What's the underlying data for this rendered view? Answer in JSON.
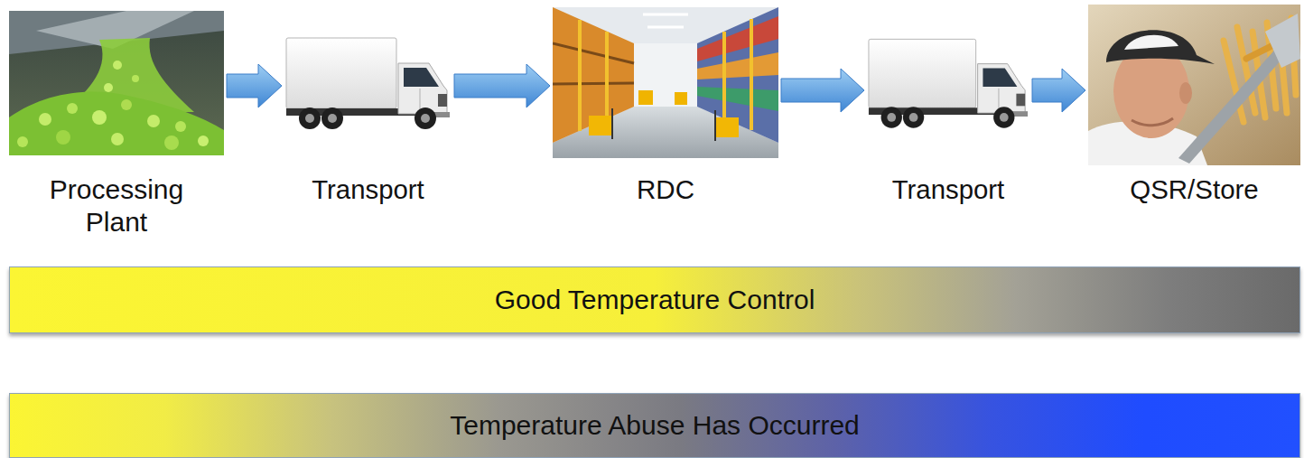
{
  "diagram": {
    "nodes": [
      {
        "text": [
          "Processing Plant"
        ]
      },
      {
        "text": [
          "Transport"
        ]
      },
      {
        "text": [
          "RDC"
        ]
      },
      {
        "text": [
          "Transport"
        ]
      },
      {
        "text": [
          "QSR/Store"
        ]
      },
      {
        "text": [
          "Good Temperature Control"
        ]
      },
      {
        "text": [
          "Temperature Abuse Has Occurred"
        ]
      }
    ],
    "edges": [
      {
        "from": 0,
        "to": 1,
        "arrow": "to"
      },
      {
        "from": 1,
        "to": 2,
        "arrow": "to"
      },
      {
        "from": 2,
        "to": 3,
        "arrow": "to"
      },
      {
        "from": 3,
        "to": 4,
        "arrow": "to"
      }
    ]
  }
}
